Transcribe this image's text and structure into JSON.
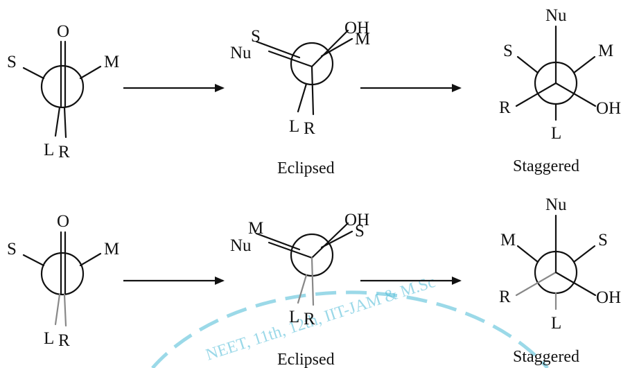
{
  "labels": {
    "O": "O",
    "S": "S",
    "M": "M",
    "L": "L",
    "R": "R",
    "Nu": "Nu",
    "OH": "OH"
  },
  "captions": {
    "eclipsed": "Eclipsed",
    "staggered": "Staggered"
  },
  "watermark": "NEET, 11th, 12th, IIT-JAM & M.Sc",
  "colors": {
    "ink": "#111111",
    "gray_bond": "#888888",
    "watermark": "#49b9d6"
  }
}
